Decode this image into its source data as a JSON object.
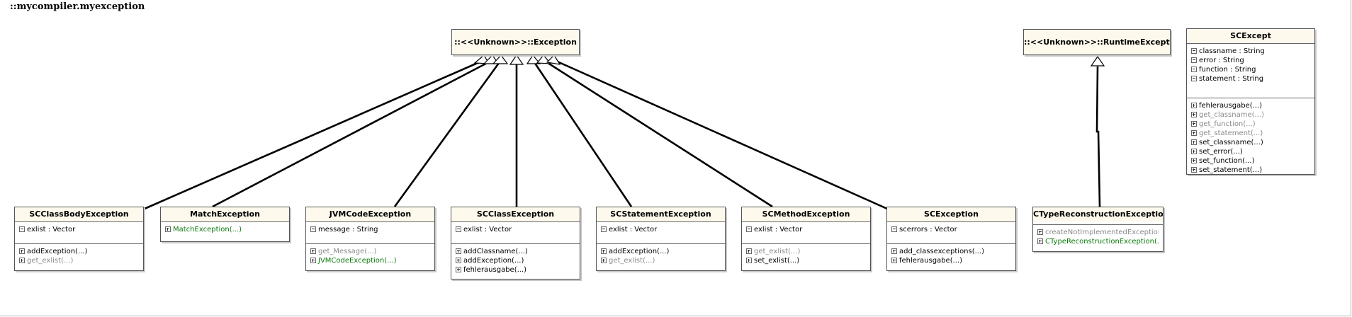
{
  "package_title": "::mycompiler.myexception",
  "classes": {
    "exception": {
      "name": "::<<Unknown>>::Exception"
    },
    "runtime_exception": {
      "name": "::<<Unknown>>::RuntimeException"
    },
    "scexcept": {
      "name": "SCExcept",
      "attributes": [
        "classname : String",
        "error : String",
        "function : String",
        "statement : String"
      ],
      "methods": [
        {
          "label": "fehlerausgabe(...)",
          "style": "normal"
        },
        {
          "label": "get_classname(...)",
          "style": "gray"
        },
        {
          "label": "get_function(...)",
          "style": "gray"
        },
        {
          "label": "get_statement(...)",
          "style": "gray"
        },
        {
          "label": "set_classname(...)",
          "style": "normal"
        },
        {
          "label": "set_error(...)",
          "style": "normal"
        },
        {
          "label": "set_function(...)",
          "style": "normal"
        },
        {
          "label": "set_statement(...)",
          "style": "normal"
        }
      ]
    },
    "scclassbody": {
      "name": "SCClassBodyException",
      "attributes": [
        "exlist : Vector"
      ],
      "methods": [
        {
          "label": "addException(...)",
          "style": "normal"
        },
        {
          "label": "get_exlist(...)",
          "style": "gray"
        }
      ]
    },
    "match": {
      "name": "MatchException",
      "methods": [
        {
          "label": "MatchException(...)",
          "style": "green"
        }
      ]
    },
    "jvmcode": {
      "name": "JVMCodeException",
      "attributes": [
        "message : String"
      ],
      "methods": [
        {
          "label": "get_Message(...)",
          "style": "gray"
        },
        {
          "label": "JVMCodeException(...)",
          "style": "green"
        }
      ]
    },
    "scclass": {
      "name": "SCClassException",
      "attributes": [
        "exlist : Vector"
      ],
      "methods": [
        {
          "label": "addClassname(...)",
          "style": "normal"
        },
        {
          "label": "addException(...)",
          "style": "normal"
        },
        {
          "label": "fehlerausgabe(...)",
          "style": "normal"
        }
      ]
    },
    "scstatement": {
      "name": "SCStatementException",
      "attributes": [
        "exlist : Vector"
      ],
      "methods": [
        {
          "label": "addException(...)",
          "style": "normal"
        },
        {
          "label": "get_exlist(...)",
          "style": "gray"
        }
      ]
    },
    "scmethod": {
      "name": "SCMethodException",
      "attributes": [
        "exlist : Vector"
      ],
      "methods": [
        {
          "label": "get_exlist(...)",
          "style": "gray"
        },
        {
          "label": "set_exlist(...)",
          "style": "normal"
        }
      ]
    },
    "scexception": {
      "name": "SCException",
      "attributes": [
        "scerrors : Vector"
      ],
      "methods": [
        {
          "label": "add_classexceptions(...)",
          "style": "normal"
        },
        {
          "label": "fehlerausgabe(...)",
          "style": "normal"
        }
      ]
    },
    "ctype": {
      "name": "CTypeReconstructionException",
      "methods": [
        {
          "label": "createNotImplementedException(...)",
          "style": "gray"
        },
        {
          "label": "CTypeReconstructionException(...)",
          "style": "green"
        }
      ]
    }
  }
}
